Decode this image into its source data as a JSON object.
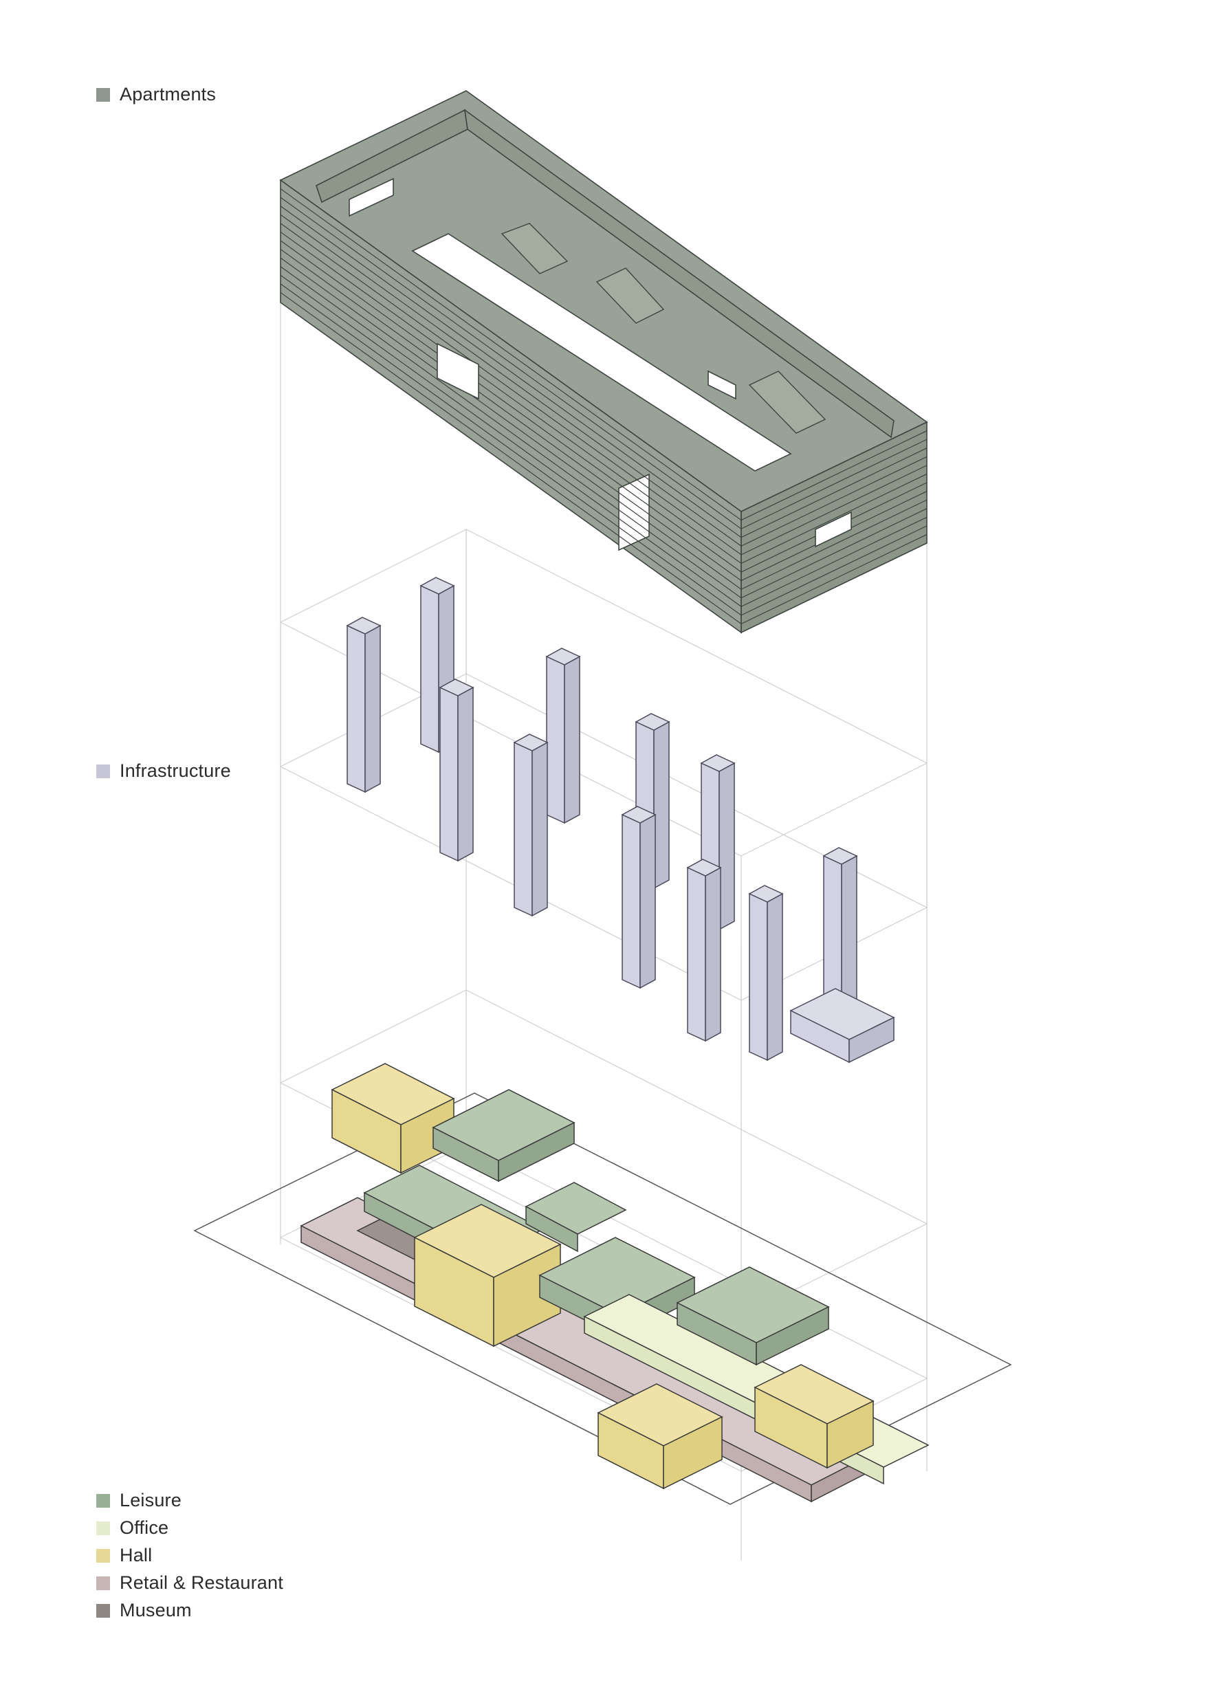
{
  "legend_top": {
    "label": "Apartments",
    "color": "#8f9690"
  },
  "legend_mid": {
    "label": "Infrastructure",
    "color": "#c6c6d6"
  },
  "legend_bottom": [
    {
      "label": "Leisure",
      "color": "#9aaf98"
    },
    {
      "label": "Office",
      "color": "#e6edcf"
    },
    {
      "label": "Hall",
      "color": "#e6d896"
    },
    {
      "label": "Retail & Restaurant",
      "color": "#c7b5b5"
    },
    {
      "label": "Museum",
      "color": "#8e8680"
    }
  ],
  "palette": {
    "apartments_face": "#9ea89b",
    "apartments_side": "#8c988a",
    "infrastructure_face": "#d2d2e2",
    "infrastructure_side": "#b9b9cb",
    "leisure_top": "#b6c9b0",
    "leisure_side": "#98ae94",
    "office_top": "#eef3d6",
    "office_side": "#dfe7c2",
    "hall_top": "#efe2a6",
    "hall_side": "#e3d184",
    "retail_top": "#d8c9ca",
    "retail_side": "#c2b0b1",
    "outline": "#3a3a3a",
    "guide": "#c8c8c8"
  }
}
